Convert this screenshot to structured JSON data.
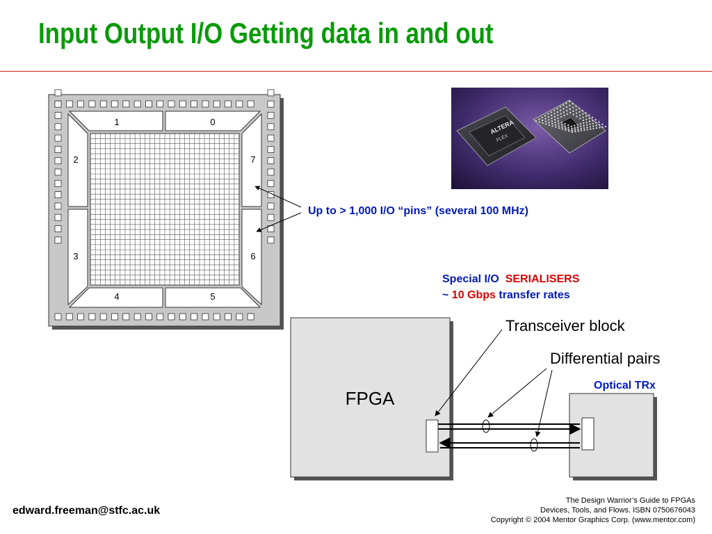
{
  "title": "Input Output I/O Getting data in and out",
  "chip_diagram": {
    "bank_labels": [
      "1",
      "0",
      "2",
      "7",
      "3",
      "6",
      "4",
      "5"
    ]
  },
  "photo": {
    "chip_marking": "ALTERA",
    "chip_sub_marking": "FLEX"
  },
  "notes": {
    "pins": "Up to > 1,000 I/O “pins” (several 100 MHz)",
    "special_prefix": "Special I/O",
    "special_red": "SERIALISERS",
    "rate_prefix": "~",
    "rate_red": "10 Gbps",
    "rate_suffix": "transfer rates"
  },
  "link_diagram": {
    "fpga_label": "FPGA",
    "transceiver_label": "Transceiver block",
    "diff_pairs_label": "Differential pairs",
    "optical_label": "Optical TRx"
  },
  "footer": {
    "email": "edward.freeman@stfc.ac.uk",
    "credit_line1": "The Design Warrior’s Guide to FPGAs",
    "credit_line2": "Devices, Tools, and Flows. ISBN 0750676043",
    "credit_line3": "Copyright © 2004 Mentor Graphics Corp. (www.mentor.com)"
  },
  "colors": {
    "title_green": "#0a9a0a",
    "rule_red": "#d01818",
    "note_blue": "#001ab8",
    "highlight_red": "#e00000"
  }
}
